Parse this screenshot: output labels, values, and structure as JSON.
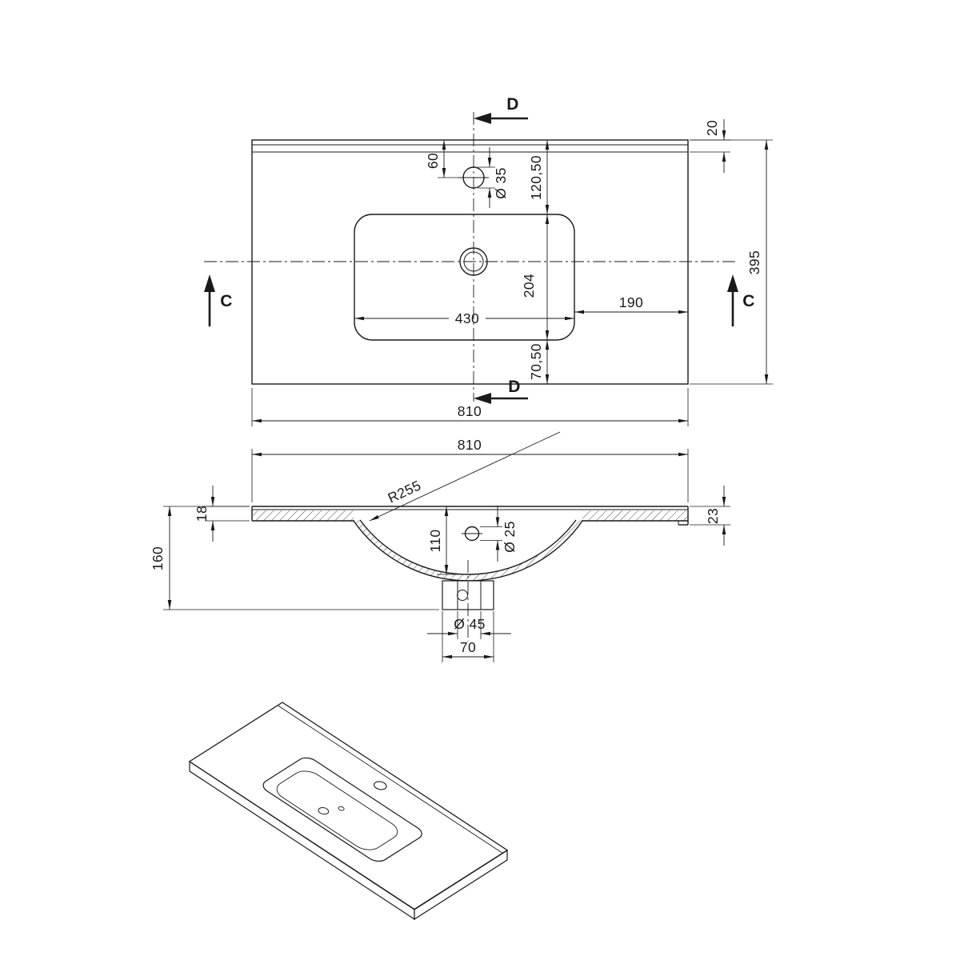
{
  "colors": {
    "line": "#1a1a1a",
    "background": "#ffffff"
  },
  "top_view": {
    "section_d": "D",
    "section_c": "C",
    "dim_back_edge": "20",
    "dim_depth": "395",
    "dim_back_offset": "120,50",
    "dim_faucet_offset": "60",
    "dim_faucet_dia": "Ø 35",
    "dim_basin_depth": "204",
    "dim_basin_width": "430",
    "dim_side_offset": "190",
    "dim_front_offset": "70,50",
    "dim_width": "810"
  },
  "front_view": {
    "dim_width": "810",
    "dim_bowl_radius": "R255",
    "dim_top_thickness": "18",
    "dim_edge_thickness": "23",
    "dim_bowl_depth": "110",
    "dim_overflow_dia": "Ø 25",
    "dim_total_height": "160",
    "dim_drain_dia": "Ø 45",
    "dim_drain_width": "70"
  }
}
